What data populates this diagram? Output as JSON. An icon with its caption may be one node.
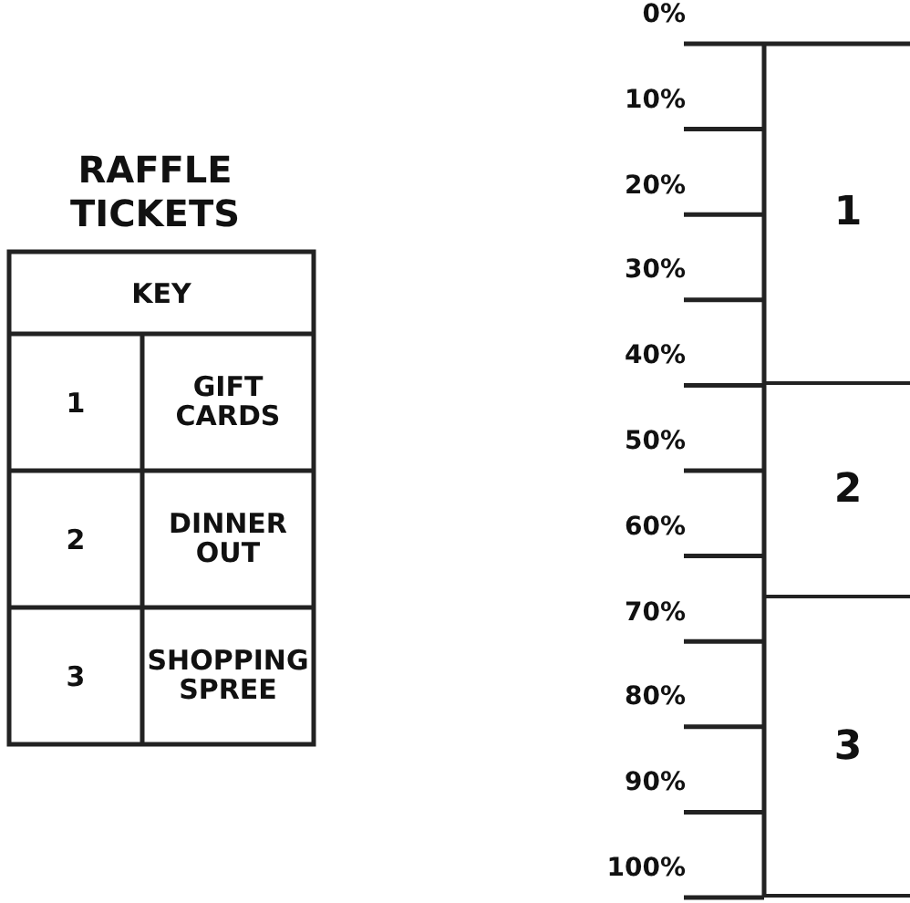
{
  "diagram": {
    "title": "RAFFLE TICKETS",
    "nodes": [
      {
        "text": [
          "1"
        ]
      },
      {
        "text": [
          "2"
        ]
      },
      {
        "text": [
          "3"
        ]
      }
    ],
    "edges": [],
    "labels": [
      "KEY",
      "1",
      "GIFT CARDS",
      "2",
      "DINNER OUT",
      "3",
      "SHOPPING SPREE",
      "0%",
      "10%",
      "20%",
      "30%",
      "40%",
      "50%",
      "60%",
      "70%",
      "80%",
      "90%",
      "100%"
    ]
  }
}
